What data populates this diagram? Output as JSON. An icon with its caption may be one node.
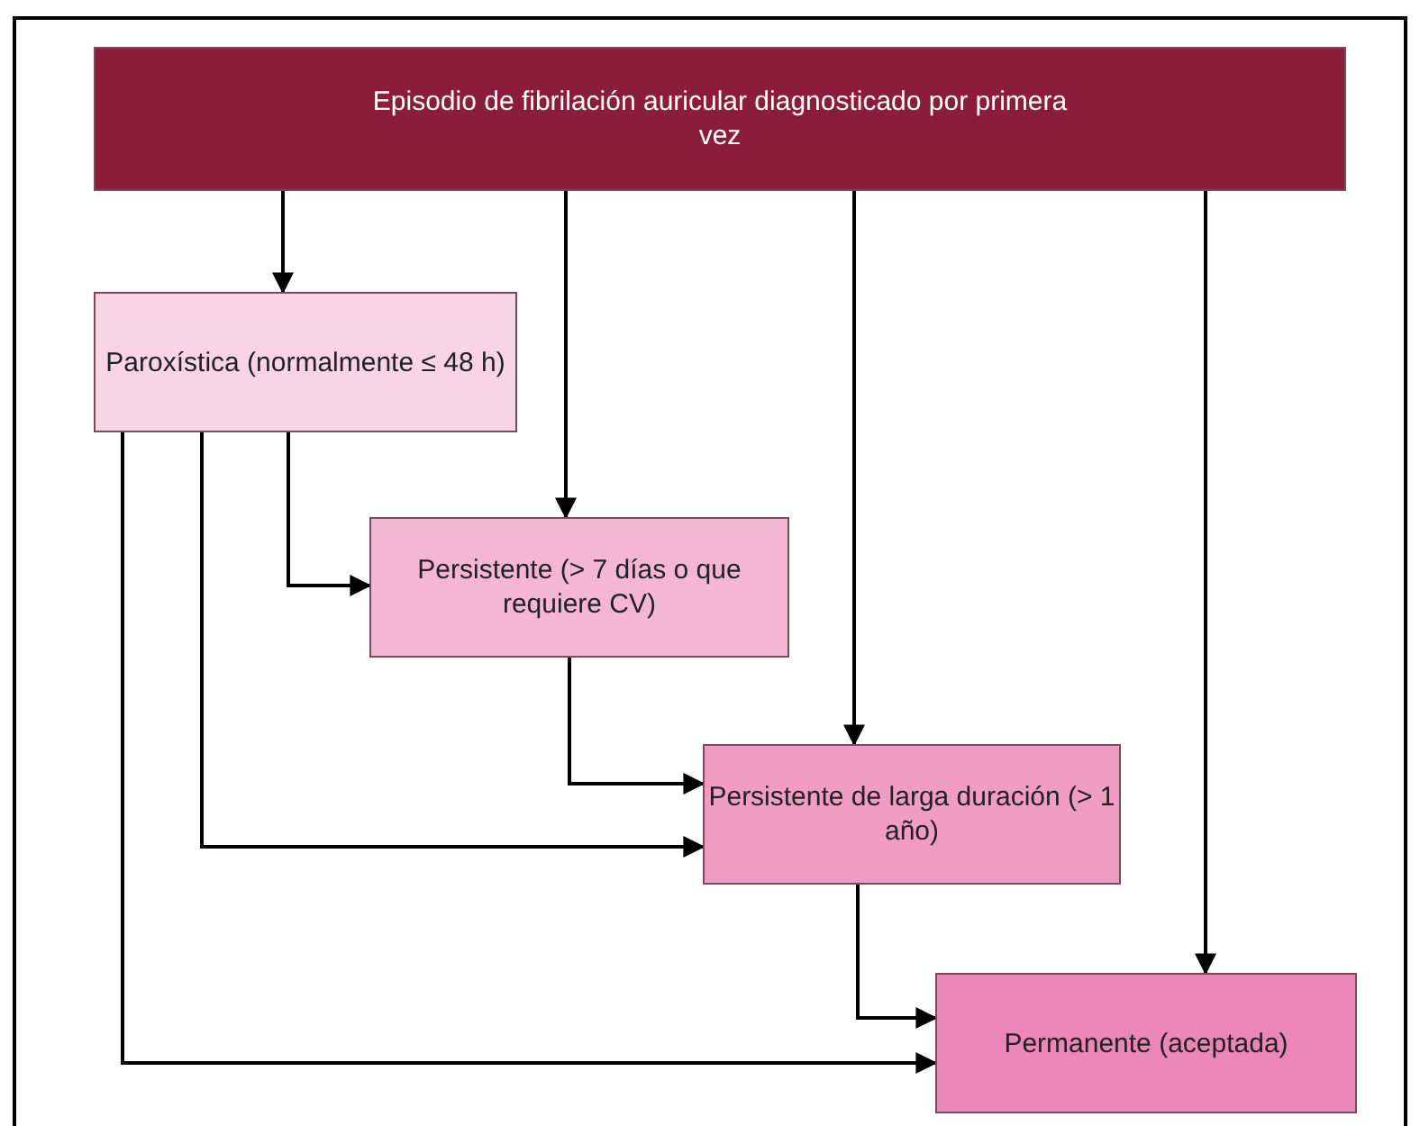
{
  "diagram": {
    "nodes": [
      {
        "text": [
          "Episodio de fibrilación auricular diagnosticado por primera vez"
        ]
      },
      {
        "text": [
          "Paroxística (normalmente ≤ 48 h)"
        ]
      },
      {
        "text": [
          "Persistente (> 7 días o que requiere CV)"
        ]
      },
      {
        "text": [
          "Persistente de larga duración (> 1 año)"
        ]
      },
      {
        "text": [
          "Permanente (aceptada)"
        ]
      }
    ],
    "edges": [
      {
        "from": 0,
        "to": 1,
        "arrow": "to"
      },
      {
        "from": 0,
        "to": 2,
        "arrow": "to"
      },
      {
        "from": 0,
        "to": 3,
        "arrow": "to"
      },
      {
        "from": 0,
        "to": 4,
        "arrow": "to"
      },
      {
        "from": 1,
        "to": 2,
        "arrow": "to"
      },
      {
        "from": 1,
        "to": 3,
        "arrow": "to"
      },
      {
        "from": 1,
        "to": 4,
        "arrow": "to"
      },
      {
        "from": 2,
        "to": 3,
        "arrow": "to"
      },
      {
        "from": 3,
        "to": 4,
        "arrow": "to"
      }
    ]
  }
}
